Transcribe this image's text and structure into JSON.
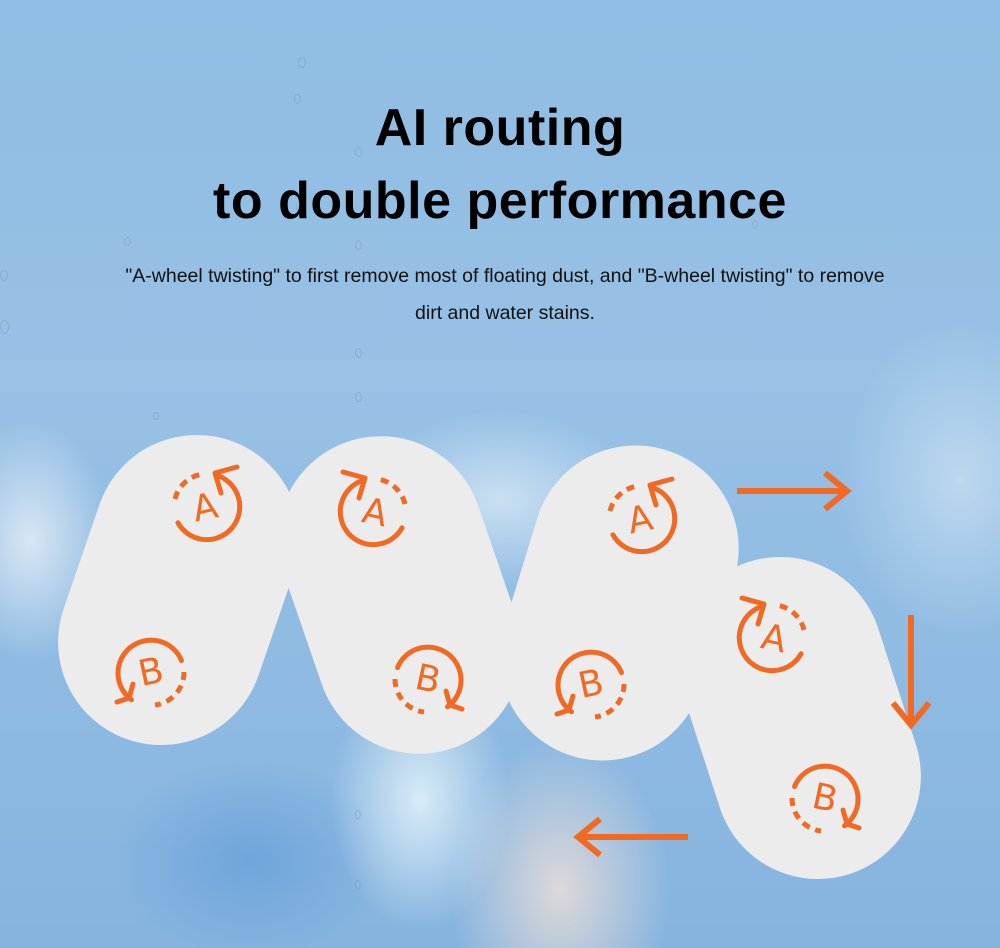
{
  "headline": {
    "line1": "AI routing",
    "line2": "to double performance"
  },
  "subtitle": "\"A-wheel twisting\" to first remove most of floating dust, and  \"B-wheel twisting\" to remove dirt and water stains.",
  "diagram": {
    "pads": [
      {
        "id": 1,
        "wheel_a_label": "A",
        "wheel_b_label": "B",
        "a_rotation": "counter-clockwise",
        "b_rotation": "clockwise"
      },
      {
        "id": 2,
        "wheel_a_label": "A",
        "wheel_b_label": "B",
        "a_rotation": "clockwise",
        "b_rotation": "counter-clockwise"
      },
      {
        "id": 3,
        "wheel_a_label": "A",
        "wheel_b_label": "B",
        "a_rotation": "counter-clockwise",
        "b_rotation": "clockwise"
      },
      {
        "id": 4,
        "wheel_a_label": "A",
        "wheel_b_label": "B",
        "a_rotation": "clockwise",
        "b_rotation": "counter-clockwise"
      }
    ],
    "arrows": [
      {
        "direction": "right"
      },
      {
        "direction": "down"
      },
      {
        "direction": "left"
      }
    ]
  },
  "colors": {
    "accent": "#f06a24",
    "pad": "#ececec",
    "sky": "#93bfe4",
    "text": "#000000"
  }
}
